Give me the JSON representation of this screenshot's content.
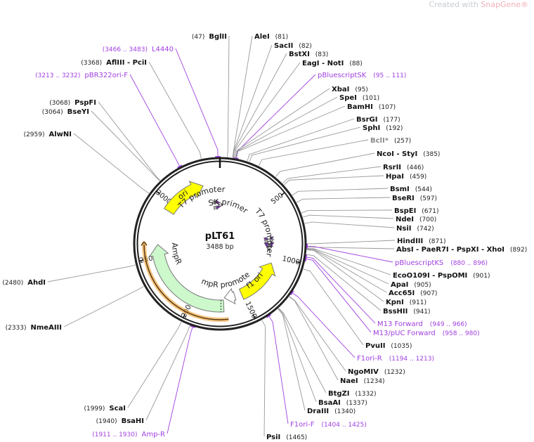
{
  "watermark": {
    "prefix": "Created with ",
    "brand": "SnapGene®"
  },
  "plasmid": {
    "name": "pLT61",
    "length_bp": 3488,
    "size_label": "3488 bp"
  },
  "ticks": [
    500,
    1000,
    1500,
    2000,
    2500,
    3000
  ],
  "features": [
    {
      "name": "ori",
      "start": 2930,
      "end": 3330,
      "direction": "forward",
      "color": "#ffff00"
    },
    {
      "name": "f1 ori",
      "start": 1520,
      "end": 1070,
      "direction": "reverse",
      "color": "#ffff00"
    },
    {
      "name": "AmpR",
      "start": 1710,
      "end": 2610,
      "direction": "reverse",
      "color": "#ccf8cc"
    },
    {
      "name": "AmpR promoter",
      "start": 1590,
      "end": 1700,
      "direction": "reverse",
      "color": "#ffffff"
    },
    {
      "name": "T7 promoter",
      "start": 3030,
      "end": 40,
      "direction": "label"
    },
    {
      "name": "SK primer",
      "start": 3330,
      "end": 370,
      "direction": "label"
    },
    {
      "name": "T7 promoter",
      "start": 370,
      "end": 1100,
      "direction": "label"
    }
  ],
  "highlight": {
    "start": 1680,
    "end": 2630,
    "color": "#f0a030"
  },
  "sites": [
    {
      "type": "enzyme",
      "side": "left",
      "name": "BglII",
      "pos": "47",
      "bp": 47
    },
    {
      "type": "primer",
      "side": "left",
      "name": "L4440",
      "pos": "3466 .. 3483",
      "bp": 3475
    },
    {
      "type": "enzyme",
      "side": "left",
      "name": "AflIII - PciI",
      "pos": "3368",
      "bp": 3368
    },
    {
      "type": "primer",
      "side": "left",
      "name": "pBR322ori-F",
      "pos": "3213 .. 3232",
      "bp": 3222
    },
    {
      "type": "enzyme",
      "side": "left",
      "name": "PspFI",
      "pos": "3068",
      "bp": 3068
    },
    {
      "type": "enzyme",
      "side": "left",
      "name": "BseYI",
      "pos": "3064",
      "bp": 3064
    },
    {
      "type": "enzyme",
      "side": "left",
      "name": "AlwNI",
      "pos": "2959",
      "bp": 2959
    },
    {
      "type": "enzyme",
      "side": "left",
      "name": "AhdI",
      "pos": "2480",
      "bp": 2480
    },
    {
      "type": "enzyme",
      "side": "left",
      "name": "NmeAIII",
      "pos": "2333",
      "bp": 2333
    },
    {
      "type": "enzyme",
      "side": "left",
      "name": "ScaI",
      "pos": "1999",
      "bp": 1999
    },
    {
      "type": "enzyme",
      "side": "left",
      "name": "BsaHI",
      "pos": "1940",
      "bp": 1940
    },
    {
      "type": "primer",
      "side": "left",
      "name": "Amp-R",
      "pos": "1911 .. 1930",
      "bp": 1920
    },
    {
      "type": "enzyme",
      "side": "right",
      "name": "AleI",
      "pos": "81",
      "bp": 81
    },
    {
      "type": "enzyme",
      "side": "right",
      "name": "SacII",
      "pos": "82",
      "bp": 82
    },
    {
      "type": "enzyme",
      "side": "right",
      "name": "BstXI",
      "pos": "83",
      "bp": 83
    },
    {
      "type": "enzyme",
      "side": "right",
      "name": "EagI - NotI",
      "pos": "88",
      "bp": 88
    },
    {
      "type": "primer",
      "side": "right",
      "name": "pBluescriptSK",
      "pos": "95 .. 111",
      "bp": 103
    },
    {
      "type": "enzyme",
      "side": "right",
      "name": "XbaI",
      "pos": "95",
      "bp": 95
    },
    {
      "type": "enzyme",
      "side": "right",
      "name": "SpeI",
      "pos": "101",
      "bp": 101
    },
    {
      "type": "enzyme",
      "side": "right",
      "name": "BamHI",
      "pos": "107",
      "bp": 107
    },
    {
      "type": "enzyme",
      "side": "right",
      "name": "BsrGI",
      "pos": "177",
      "bp": 177
    },
    {
      "type": "enzyme",
      "side": "right",
      "name": "SphI",
      "pos": "192",
      "bp": 192
    },
    {
      "type": "nonunique",
      "side": "right",
      "name": "BclI*",
      "pos": "257",
      "bp": 257
    },
    {
      "type": "enzyme",
      "side": "right",
      "name": "NcoI - StyI",
      "pos": "385",
      "bp": 385
    },
    {
      "type": "enzyme",
      "side": "right",
      "name": "RsrII",
      "pos": "446",
      "bp": 446
    },
    {
      "type": "enzyme",
      "side": "right",
      "name": "HpaI",
      "pos": "459",
      "bp": 459
    },
    {
      "type": "enzyme",
      "side": "right",
      "name": "BsmI",
      "pos": "544",
      "bp": 544
    },
    {
      "type": "enzyme",
      "side": "right",
      "name": "BseRI",
      "pos": "597",
      "bp": 597
    },
    {
      "type": "enzyme",
      "side": "right",
      "name": "BspEI",
      "pos": "671",
      "bp": 671
    },
    {
      "type": "enzyme",
      "side": "right",
      "name": "NdeI",
      "pos": "700",
      "bp": 700
    },
    {
      "type": "enzyme",
      "side": "right",
      "name": "NsiI",
      "pos": "742",
      "bp": 742
    },
    {
      "type": "enzyme",
      "side": "right",
      "name": "HindIII",
      "pos": "871",
      "bp": 871
    },
    {
      "type": "enzyme",
      "side": "right",
      "name": "AbsI - PaeR7I - PspXI - XhoI",
      "pos": "892",
      "bp": 892
    },
    {
      "type": "primer",
      "side": "right",
      "name": "pBluescriptKS",
      "pos": "880 .. 896",
      "bp": 888
    },
    {
      "type": "enzyme",
      "side": "right",
      "name": "EcoO109I - PspOMI",
      "pos": "901",
      "bp": 901
    },
    {
      "type": "enzyme",
      "side": "right",
      "name": "ApaI",
      "pos": "905",
      "bp": 905
    },
    {
      "type": "enzyme",
      "side": "right",
      "name": "Acc65I",
      "pos": "907",
      "bp": 907
    },
    {
      "type": "enzyme",
      "side": "right",
      "name": "KpnI",
      "pos": "911",
      "bp": 911
    },
    {
      "type": "enzyme",
      "side": "right",
      "name": "BssHII",
      "pos": "941",
      "bp": 941
    },
    {
      "type": "primer",
      "side": "right",
      "name": "M13 Forward",
      "pos": "949 .. 966",
      "bp": 957
    },
    {
      "type": "primer",
      "side": "right",
      "name": "M13/pUC Forward",
      "pos": "958 .. 980",
      "bp": 969
    },
    {
      "type": "enzyme",
      "side": "right",
      "name": "PvuII",
      "pos": "1035",
      "bp": 1035
    },
    {
      "type": "primer",
      "side": "right",
      "name": "F1ori-R",
      "pos": "1194 .. 1213",
      "bp": 1203
    },
    {
      "type": "enzyme",
      "side": "right",
      "name": "NgoMIV",
      "pos": "1232",
      "bp": 1232
    },
    {
      "type": "enzyme",
      "side": "right",
      "name": "NaeI",
      "pos": "1234",
      "bp": 1234
    },
    {
      "type": "enzyme",
      "side": "right",
      "name": "BtgZI",
      "pos": "1332",
      "bp": 1332
    },
    {
      "type": "enzyme",
      "side": "right",
      "name": "BsaAI",
      "pos": "1337",
      "bp": 1337
    },
    {
      "type": "enzyme",
      "side": "right",
      "name": "DraIII",
      "pos": "1340",
      "bp": 1340
    },
    {
      "type": "primer",
      "side": "right",
      "name": "F1ori-F",
      "pos": "1404 .. 1425",
      "bp": 1414
    },
    {
      "type": "enzyme",
      "side": "right",
      "name": "PsiI",
      "pos": "1465",
      "bp": 1465
    }
  ]
}
